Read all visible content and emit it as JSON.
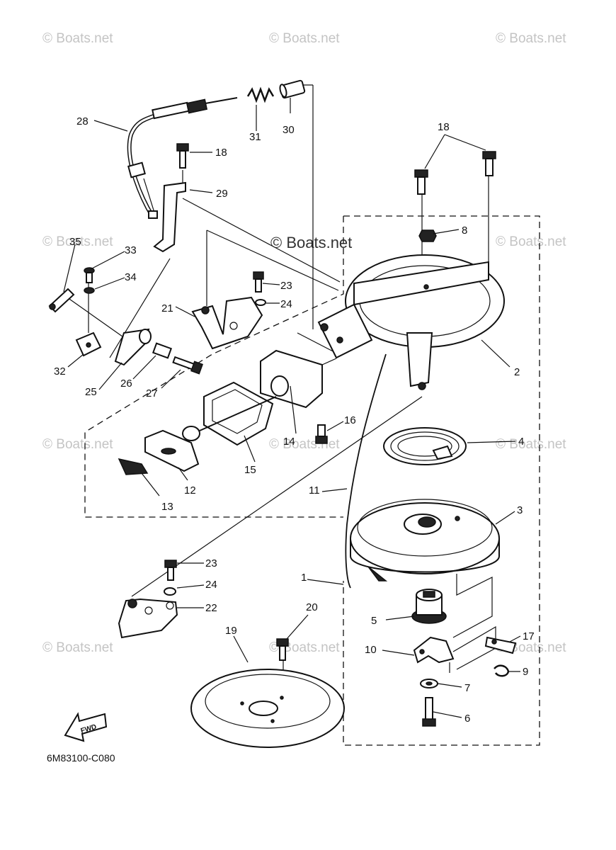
{
  "watermarks": [
    "© Boats.net",
    "© Boats.net",
    "© Boats.net",
    "© Boats.net",
    "© Boats.net",
    "© Boats.net",
    "© Boats.net",
    "© Boats.net",
    "© Boats.net",
    "© Boats.net",
    "© Boats.net",
    "© Boats.net"
  ],
  "callouts": {
    "c1": "1",
    "c2": "2",
    "c3": "3",
    "c4": "4",
    "c5": "5",
    "c6": "6",
    "c7": "7",
    "c8": "8",
    "c9": "9",
    "c10": "10",
    "c11": "11",
    "c12": "12",
    "c13": "13",
    "c14": "14",
    "c15": "15",
    "c16": "16",
    "c17": "17",
    "c18a": "18",
    "c18b": "18",
    "c19": "19",
    "c20": "20",
    "c21": "21",
    "c22": "22",
    "c23a": "23",
    "c23b": "23",
    "c24a": "24",
    "c24b": "24",
    "c25": "25",
    "c26": "26",
    "c27": "27",
    "c28": "28",
    "c29": "29",
    "c30": "30",
    "c31": "31",
    "c32": "32",
    "c33": "33",
    "c34": "34",
    "c35": "35"
  },
  "fwd_label": "FWD",
  "diagram_code": "6M83100-C080"
}
